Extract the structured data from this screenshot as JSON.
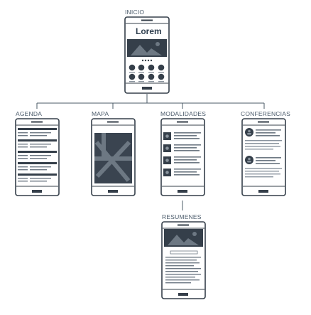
{
  "labels": {
    "inicio": "INICIO",
    "agenda": "AGENDA",
    "mapa": "MAPA",
    "modalidades": "MODALIDADES",
    "conferencias": "CONFERENCIAS",
    "resumenes": "RESUMENES"
  },
  "inicio_screen": {
    "heading": "Lorem"
  },
  "colors": {
    "line": "#4a5866",
    "dark": "#353f4a",
    "map_bg": "#3a4450",
    "map_road": "#6d7883"
  }
}
